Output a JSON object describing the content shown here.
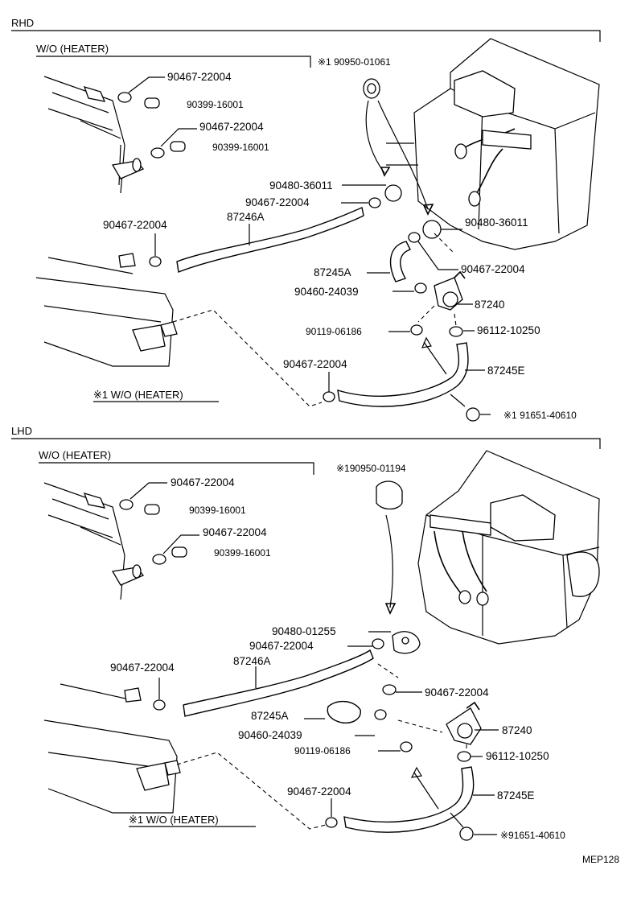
{
  "diagram_code": "MEP128",
  "rhd": {
    "section_label": "RHD",
    "wo_heater_label": "W/O  (HEATER)",
    "footnote_label": "※1 W/O (HEATER)",
    "parts": {
      "p1": "90467-22004",
      "p2": "90399-16001",
      "p3": "90467-22004",
      "p4": "90399-16001",
      "p5": "※1 90950-01061",
      "p6": "90480-36011",
      "p7": "90467-22004",
      "p8": "87246A",
      "p9": "90467-22004",
      "p10": "90480-36011",
      "p11": "87245A",
      "p12": "90467-22004",
      "p13": "90460-24039",
      "p14": "87240",
      "p15": "90119-06186",
      "p16": "96112-10250",
      "p17": "90467-22004",
      "p18": "87245E",
      "p19": "※1 91651-40610"
    }
  },
  "lhd": {
    "section_label": "LHD",
    "wo_heater_label": "W/O  (HEATER)",
    "footnote_label": "※1 W/O (HEATER)",
    "parts": {
      "p1": "90467-22004",
      "p2": "90399-16001",
      "p3": "90467-22004",
      "p4": "90399-16001",
      "p5": "※190950-01194",
      "p6": "90480-01255",
      "p7": "90467-22004",
      "p8": "90467-22004",
      "p9": "87246A",
      "p10": "90467-22004",
      "p11": "87245A",
      "p12": "90460-24039",
      "p13": "87240",
      "p14": "90119-06186",
      "p15": "96112-10250",
      "p16": "90467-22004",
      "p17": "87245E",
      "p18": "※91651-40610"
    }
  }
}
